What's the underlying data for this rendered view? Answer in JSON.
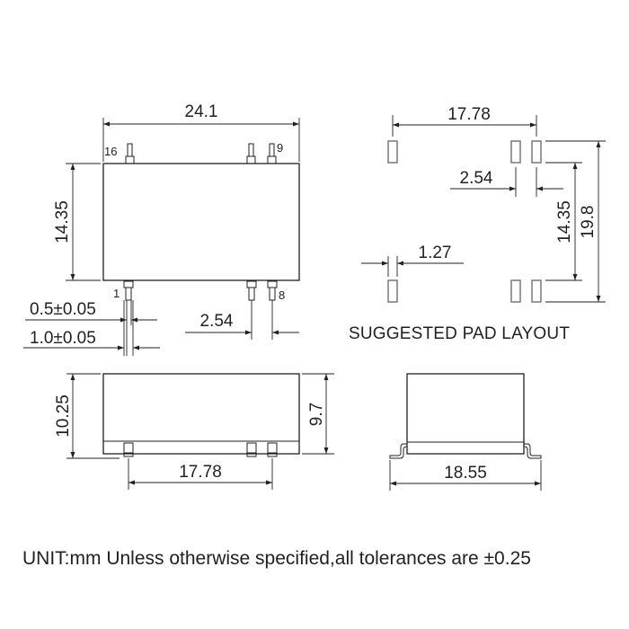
{
  "top_view": {
    "width_dim": "24.1",
    "height_dim": "14.35",
    "pin_label_16": "16",
    "pin_label_9": "9",
    "pin_label_1": "1",
    "pin_label_8": "8",
    "pin_width_dim": "0.5±0.05",
    "pin_foot_dim": "1.0±0.05",
    "pin_pitch_dim": "2.54"
  },
  "side_view": {
    "height_total_dim": "10.25",
    "height_body_dim": "9.7",
    "pin_span_dim": "17.78"
  },
  "end_view": {
    "width_dim": "18.55"
  },
  "pad_layout": {
    "title": "SUGGESTED PAD LAYOUT",
    "span_dim": "17.78",
    "pitch_dim": "2.54",
    "pad_width_dim": "1.27",
    "inner_row_dim": "14.35",
    "outer_row_dim": "19.8"
  },
  "footer": {
    "note": "UNIT:mm Unless otherwise specified,all tolerances are ±0.25"
  },
  "colors": {
    "line": "#231f20",
    "pad_outline": "#6d6e71",
    "background": "#ffffff"
  }
}
